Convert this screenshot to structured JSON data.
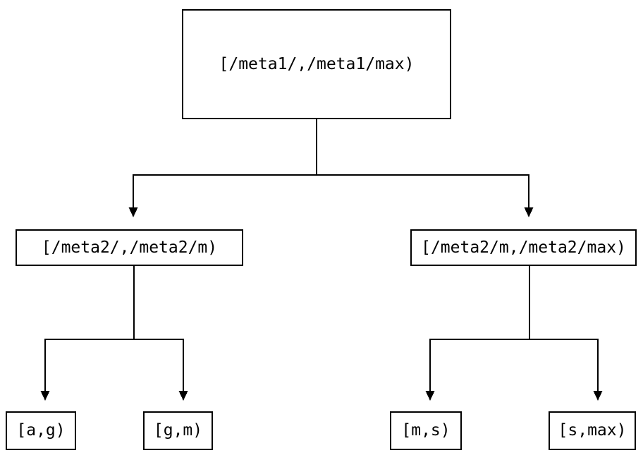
{
  "diagram": {
    "type": "tree",
    "nodes": {
      "root": {
        "id": "root",
        "label": "[/meta1/,/meta1/max)"
      },
      "left": {
        "id": "left",
        "label": "[/meta2/,/meta2/m)"
      },
      "right": {
        "id": "right",
        "label": "[/meta2/m,/meta2/max)"
      },
      "leaf_ag": {
        "id": "leaf_ag",
        "label": "[a,g)"
      },
      "leaf_gm": {
        "id": "leaf_gm",
        "label": "[g,m)"
      },
      "leaf_ms": {
        "id": "leaf_ms",
        "label": "[m,s)"
      },
      "leaf_smax": {
        "id": "leaf_smax",
        "label": "[s,max)"
      }
    },
    "edges": [
      {
        "from": "root",
        "to": "left"
      },
      {
        "from": "root",
        "to": "right"
      },
      {
        "from": "left",
        "to": "leaf_ag"
      },
      {
        "from": "left",
        "to": "leaf_gm"
      },
      {
        "from": "right",
        "to": "leaf_ms"
      },
      {
        "from": "right",
        "to": "leaf_smax"
      }
    ],
    "colors": {
      "line": "#000000",
      "text": "#000000",
      "node_fill": "#ffffff",
      "background": "#ffffff"
    }
  }
}
